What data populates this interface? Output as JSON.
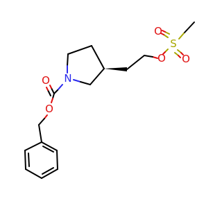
{
  "molecule": {
    "atoms": {
      "n1": {
        "label": "N",
        "color": "#2a2aee"
      },
      "o_carbonyl": {
        "label": "O",
        "color": "#e01010"
      },
      "o_ester": {
        "label": "O",
        "color": "#e01010"
      },
      "o_link": {
        "label": "O",
        "color": "#e01010"
      },
      "s1": {
        "label": "S",
        "color": "#a8a800"
      },
      "o_s1": {
        "label": "O",
        "color": "#e01010"
      },
      "o_s2": {
        "label": "O",
        "color": "#e01010"
      }
    },
    "colors": {
      "bond": "#000000",
      "nitrogen": "#2a2aee",
      "oxygen": "#e01010",
      "sulfur": "#a8a800"
    }
  }
}
